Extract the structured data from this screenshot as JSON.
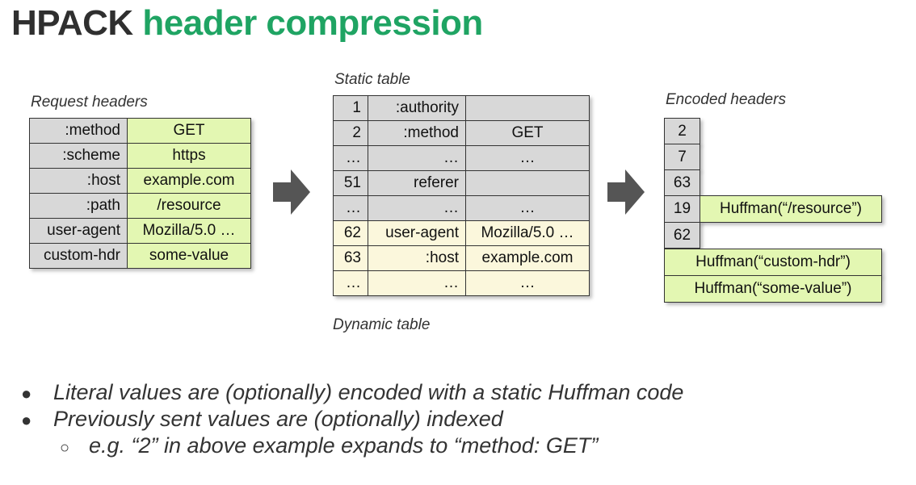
{
  "title": {
    "part1": "HPACK",
    "part2": "header compression",
    "accent_color": "#1fa463"
  },
  "request_headers": {
    "caption": "Request headers",
    "rows": [
      {
        "name": ":method",
        "value": "GET"
      },
      {
        "name": ":scheme",
        "value": "https"
      },
      {
        "name": ":host",
        "value": "example.com"
      },
      {
        "name": ":path",
        "value": "/resource"
      },
      {
        "name": "user-agent",
        "value": "Mozilla/5.0 …"
      },
      {
        "name": "custom-hdr",
        "value": "some-value"
      }
    ]
  },
  "static_table": {
    "caption": "Static table",
    "rows": [
      {
        "index": "1",
        "name": ":authority",
        "value": ""
      },
      {
        "index": "2",
        "name": ":method",
        "value": "GET"
      },
      {
        "index": "…",
        "name": "…",
        "value": "…"
      },
      {
        "index": "51",
        "name": "referer",
        "value": ""
      },
      {
        "index": "…",
        "name": "…",
        "value": "…"
      }
    ]
  },
  "dynamic_table": {
    "caption": "Dynamic table",
    "rows": [
      {
        "index": "62",
        "name": "user-agent",
        "value": "Mozilla/5.0 …"
      },
      {
        "index": "63",
        "name": ":host",
        "value": "example.com"
      },
      {
        "index": "…",
        "name": "…",
        "value": "…"
      }
    ]
  },
  "encoded_headers": {
    "caption": "Encoded headers",
    "indices": [
      "2",
      "7",
      "63",
      "19",
      "62"
    ],
    "huffman_path": "Huffman(“/resource”)",
    "huffman_name": "Huffman(“custom-hdr”)",
    "huffman_value": "Huffman(“some-value”)"
  },
  "bullets": [
    "Literal values are (optionally) encoded with a static Huffman code",
    "Previously sent values are (optionally) indexed"
  ],
  "sub_bullet": "e.g. “2” in above example expands to “method: GET”",
  "icons": {
    "arrow": "right-arrow-icon"
  },
  "colors": {
    "gray": "#d8d8d8",
    "green": "#e3f7b2",
    "cream": "#fbf7dc"
  }
}
